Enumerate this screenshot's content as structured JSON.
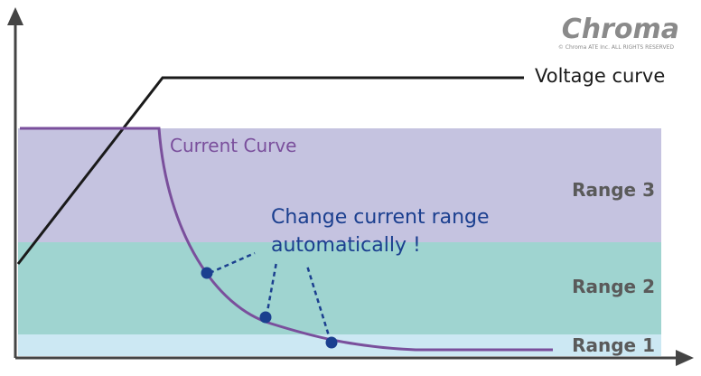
{
  "logo": {
    "name": "Chroma",
    "tagline": "© Chroma ATE Inc. ALL RIGHTS RESERVED"
  },
  "labels": {
    "voltage_curve": "Voltage curve",
    "current_curve": "Current Curve",
    "annotation_line1": "Change current range",
    "annotation_line2": "automatically !",
    "range3": "Range 3",
    "range2": "Range 2",
    "range1": "Range 1"
  },
  "colors": {
    "range3": "#c5c3e0",
    "range2": "#9fd4d0",
    "range1": "#cce8f3",
    "axis": "#444444",
    "voltage_line": "#1a1a1a",
    "current_line": "#7a4f9c",
    "annotation": "#1b3f8f",
    "range_text": "#5a5a5a",
    "logo": "#8a8a8a"
  }
}
